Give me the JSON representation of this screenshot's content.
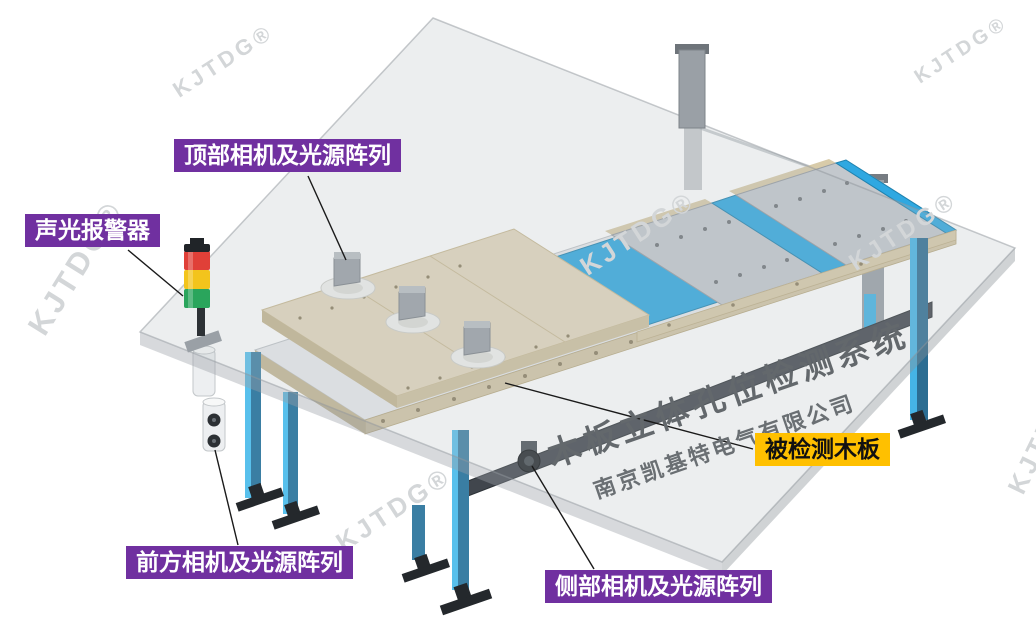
{
  "diagram": {
    "watermark": {
      "text": "KJTDG®"
    },
    "machine": {
      "title": "木板立体孔位检测系统",
      "company": "南京凯基特电气有限公司"
    },
    "callouts": [
      {
        "id": "top-camera",
        "text": "顶部相机及光源阵列",
        "style": "purple"
      },
      {
        "id": "alarm",
        "text": "声光报警器",
        "style": "purple"
      },
      {
        "id": "board",
        "text": "被检测木板",
        "style": "yellow"
      },
      {
        "id": "front-camera",
        "text": "前方相机及光源阵列",
        "style": "purple"
      },
      {
        "id": "side-camera",
        "text": "侧部相机及光源阵列",
        "style": "purple"
      }
    ],
    "colors": {
      "callout_purple": "#7030a0",
      "callout_yellow": "#ffc000",
      "alarm_red": "#e04038",
      "alarm_yellow": "#f3c41c",
      "alarm_green": "#2aa55c",
      "conveyor_blue": "#2fa8e1",
      "board_beige": "#e3d7bd",
      "frame_gray": "#9aa0a6",
      "watermark_gray": "#d3d6d8"
    }
  }
}
